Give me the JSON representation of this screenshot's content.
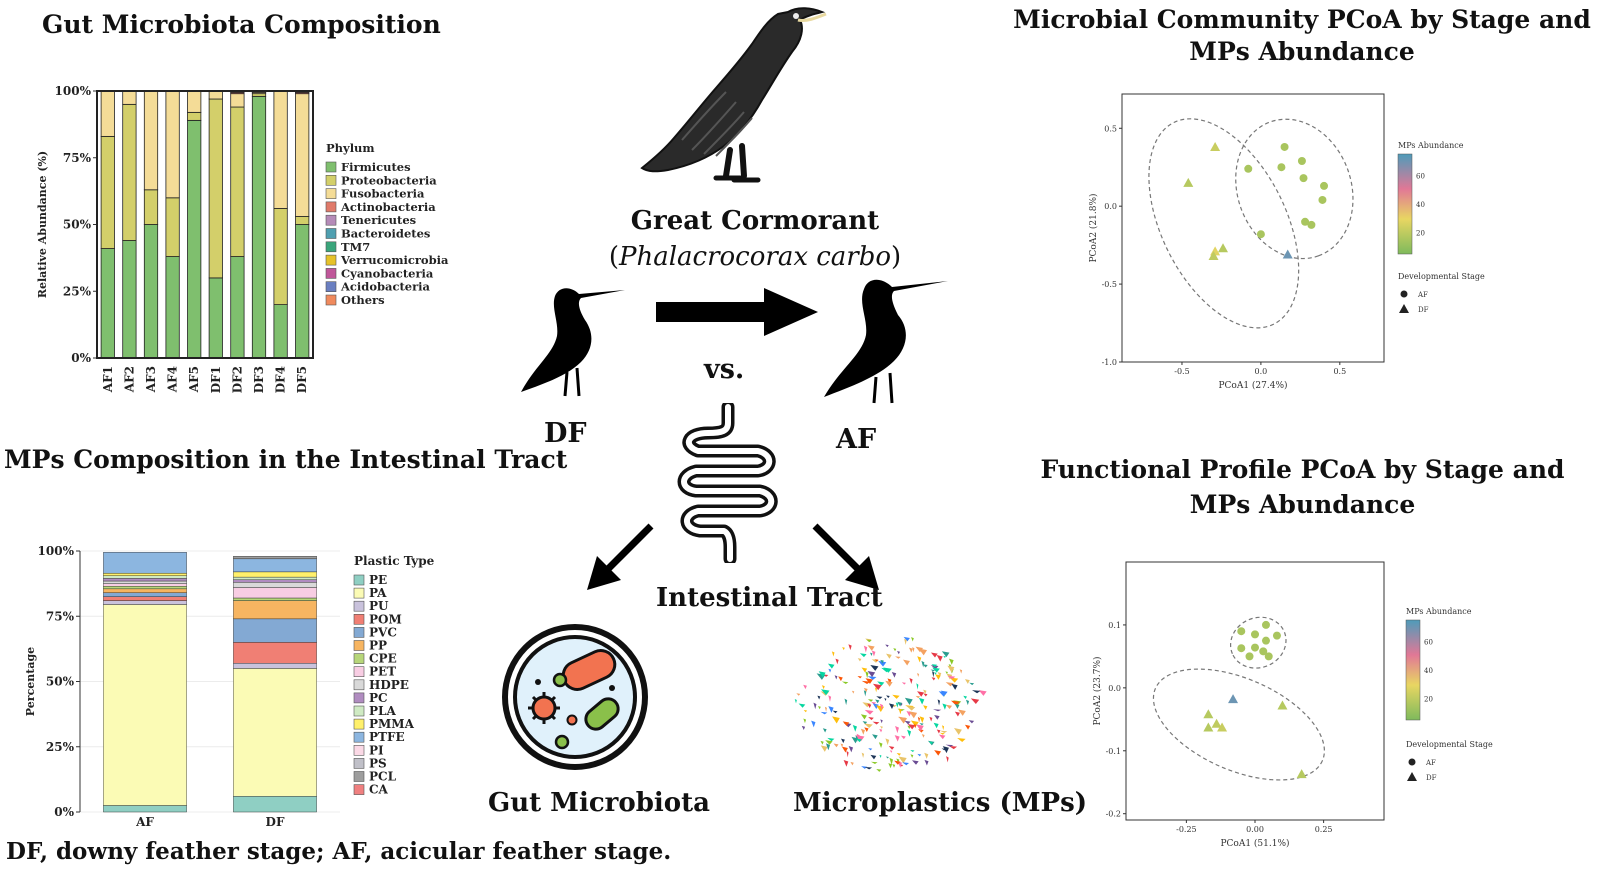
{
  "titles": {
    "gut": "Gut Microbiota Composition",
    "mps": "MPs Composition in the Intestinal Tract",
    "pcoa_micro_line1": "Microbial Community PCoA by Stage and",
    "pcoa_micro_line2": "MPs Abundance",
    "pcoa_func_line1": "Functional Profile PCoA by Stage and",
    "pcoa_func_line2": "MPs Abundance"
  },
  "center": {
    "species": "Great Cormorant",
    "latin_open": "(",
    "latin": "Phalacrocorax carbo",
    "latin_close": ")",
    "vs": "vs.",
    "df": "DF",
    "af": "AF",
    "tract": "Intestinal Tract",
    "microbiota": "Gut Microbiota",
    "microplastics": "Microplastics (MPs)"
  },
  "footnote": "DF, downy feather stage; AF, acicular feather stage.",
  "icons": {
    "cormorant": "cormorant-icon",
    "bird_silhouette": "bird-silhouette-icon",
    "arrow": "arrow-right-icon",
    "intestine": "intestine-icon",
    "petri": "petri-dish-icon",
    "fragments": "plastic-fragments-icon"
  },
  "chart_data": [
    {
      "type": "bar",
      "stacked": true,
      "ylabel": "Relative Abundance (%)",
      "ylim": [
        0,
        100
      ],
      "yticks": [
        "0%",
        "25%",
        "50%",
        "75%",
        "100%"
      ],
      "legend_title": "Phylum",
      "legend_position": "right",
      "categories": [
        "AF1",
        "AF2",
        "AF3",
        "AF4",
        "AF5",
        "DF1",
        "DF2",
        "DF3",
        "DF4",
        "DF5"
      ],
      "series": [
        {
          "name": "Firmicutes",
          "color": "#7fbf6e",
          "values": [
            41,
            44,
            50,
            38,
            89,
            30,
            38,
            98,
            20,
            50
          ]
        },
        {
          "name": "Proteobacteria",
          "color": "#d3cf6a",
          "values": [
            42,
            51,
            13,
            22,
            3,
            67,
            56,
            1,
            36,
            3
          ]
        },
        {
          "name": "Fusobacteria",
          "color": "#f4dc97",
          "values": [
            17,
            5,
            37,
            40,
            8,
            3,
            5,
            0.5,
            44,
            46
          ]
        },
        {
          "name": "Actinobacteria",
          "color": "#e07a6a",
          "values": [
            0,
            0,
            0,
            0,
            0,
            0,
            0.5,
            0,
            0,
            0.5
          ]
        },
        {
          "name": "Tenericutes",
          "color": "#b58bb8",
          "values": [
            0,
            0,
            0,
            0,
            0,
            0,
            0,
            0,
            0,
            0
          ]
        },
        {
          "name": "Bacteroidetes",
          "color": "#4f9fb0",
          "values": [
            0,
            0,
            0,
            0,
            0,
            0,
            0,
            0,
            0,
            0
          ]
        },
        {
          "name": "TM7",
          "color": "#3aa57b",
          "values": [
            0,
            0,
            0,
            0,
            0,
            0,
            0,
            0.5,
            0,
            0
          ]
        },
        {
          "name": "Verrucomicrobia",
          "color": "#e6c229",
          "values": [
            0,
            0,
            0,
            0,
            0,
            0,
            0,
            0,
            0,
            0
          ]
        },
        {
          "name": "Cyanobacteria",
          "color": "#c0579a",
          "values": [
            0,
            0,
            0,
            0,
            0,
            0,
            0,
            0,
            0,
            0.5
          ]
        },
        {
          "name": "Acidobacteria",
          "color": "#6a7fc1",
          "values": [
            0,
            0,
            0,
            0,
            0,
            0,
            0,
            0,
            0,
            0
          ]
        },
        {
          "name": "Others",
          "color": "#f08a5d",
          "values": [
            0,
            0,
            0,
            0,
            0,
            0,
            0.5,
            0,
            0,
            0
          ]
        }
      ]
    },
    {
      "type": "bar",
      "stacked": true,
      "ylabel": "Percentage",
      "ylim": [
        0,
        100
      ],
      "yticks": [
        "0%",
        "25%",
        "50%",
        "75%",
        "100%"
      ],
      "legend_title": "Plastic Type",
      "legend_position": "right",
      "categories": [
        "AF",
        "DF"
      ],
      "series": [
        {
          "name": "PE",
          "color": "#8fcfc3",
          "values": [
            2.5,
            6
          ]
        },
        {
          "name": "PA",
          "color": "#fbfbb5",
          "values": [
            77,
            49
          ]
        },
        {
          "name": "PU",
          "color": "#c9c2dc",
          "values": [
            1.5,
            2
          ]
        },
        {
          "name": "POM",
          "color": "#f07f74",
          "values": [
            1.5,
            8
          ]
        },
        {
          "name": "PVC",
          "color": "#83a9d3",
          "values": [
            1.5,
            9
          ]
        },
        {
          "name": "PP",
          "color": "#f7b561",
          "values": [
            1.5,
            7
          ]
        },
        {
          "name": "CPE",
          "color": "#b7d67a",
          "values": [
            1,
            1
          ]
        },
        {
          "name": "PET",
          "color": "#f8cde3",
          "values": [
            1,
            4
          ]
        },
        {
          "name": "HDPE",
          "color": "#d9d9d9",
          "values": [
            1,
            2
          ]
        },
        {
          "name": "PC",
          "color": "#b08cc0",
          "values": [
            1,
            1
          ]
        },
        {
          "name": "PLA",
          "color": "#cfeac3",
          "values": [
            1,
            1
          ]
        },
        {
          "name": "PMMA",
          "color": "#fff06b",
          "values": [
            1,
            2
          ]
        },
        {
          "name": "PTFE",
          "color": "#8cb6e0",
          "values": [
            8,
            5
          ]
        },
        {
          "name": "PI",
          "color": "#fbd9e6",
          "values": [
            0,
            0
          ]
        },
        {
          "name": "PS",
          "color": "#c0c0c8",
          "values": [
            0,
            0
          ]
        },
        {
          "name": "PCL",
          "color": "#9e9e9e",
          "values": [
            0,
            1
          ]
        },
        {
          "name": "CA",
          "color": "#f08080",
          "values": [
            0,
            0
          ]
        }
      ]
    },
    {
      "type": "scatter",
      "xlabel": "PCoA1 (27.4%)",
      "ylabel": "PCoA2 (21.8%)",
      "xlim": [
        -0.88,
        0.78
      ],
      "ylim": [
        -1.0,
        0.72
      ],
      "xticks": [
        -0.5,
        0.0,
        0.5
      ],
      "xtick_labels": [
        "-0.5",
        "0.0",
        "0.5"
      ],
      "yticks": [
        0.5,
        0.0,
        -0.5,
        -1.0
      ],
      "ytick_labels": [
        "0.5",
        "0.0",
        "-0.5",
        "-1.0"
      ],
      "colorbar_title": "MPs Abundance",
      "colorbar_ticks": [
        "60",
        "40",
        "20"
      ],
      "colorbar_range": [
        5,
        75
      ],
      "shape_legend_title": "Developmental Stage",
      "shape_legend": [
        "AF",
        "DF"
      ],
      "points": [
        {
          "x": 0.15,
          "y": 0.38,
          "group": "AF",
          "mps": 15
        },
        {
          "x": -0.08,
          "y": 0.24,
          "group": "AF",
          "mps": 15
        },
        {
          "x": 0.13,
          "y": 0.25,
          "group": "AF",
          "mps": 15
        },
        {
          "x": 0.26,
          "y": 0.29,
          "group": "AF",
          "mps": 15
        },
        {
          "x": 0.27,
          "y": 0.18,
          "group": "AF",
          "mps": 15
        },
        {
          "x": 0.4,
          "y": 0.13,
          "group": "AF",
          "mps": 15
        },
        {
          "x": 0.39,
          "y": 0.04,
          "group": "AF",
          "mps": 15
        },
        {
          "x": 0.28,
          "y": -0.1,
          "group": "AF",
          "mps": 15
        },
        {
          "x": 0.32,
          "y": -0.12,
          "group": "AF",
          "mps": 15
        },
        {
          "x": 0.0,
          "y": -0.18,
          "group": "AF",
          "mps": 15
        },
        {
          "x": -0.29,
          "y": 0.38,
          "group": "DF",
          "mps": 22
        },
        {
          "x": -0.46,
          "y": 0.15,
          "group": "DF",
          "mps": 18
        },
        {
          "x": -0.29,
          "y": -0.29,
          "group": "DF",
          "mps": 28
        },
        {
          "x": -0.24,
          "y": -0.27,
          "group": "DF",
          "mps": 18
        },
        {
          "x": -0.3,
          "y": -0.32,
          "group": "DF",
          "mps": 20
        },
        {
          "x": 0.17,
          "y": -0.31,
          "group": "DF",
          "mps": 70
        }
      ]
    },
    {
      "type": "scatter",
      "xlabel": "PCoA1 (51.1%)",
      "ylabel": "PCoA2 (23.7%)",
      "xlim": [
        -0.47,
        0.47
      ],
      "ylim": [
        -0.21,
        0.2
      ],
      "xticks": [
        -0.25,
        0.0,
        0.25
      ],
      "xtick_labels": [
        "-0.25",
        "0.00",
        "0.25"
      ],
      "yticks": [
        0.1,
        0.0,
        -0.1,
        -0.2
      ],
      "ytick_labels": [
        "0.1",
        "0.0",
        "-0.1",
        "-0.2"
      ],
      "colorbar_title": "MPs Abundance",
      "colorbar_ticks": [
        "60",
        "40",
        "20"
      ],
      "colorbar_range": [
        5,
        75
      ],
      "shape_legend_title": "Developmental Stage",
      "shape_legend": [
        "AF",
        "DF"
      ],
      "points": [
        {
          "x": 0.04,
          "y": 0.1,
          "group": "AF",
          "mps": 15
        },
        {
          "x": -0.05,
          "y": 0.09,
          "group": "AF",
          "mps": 15
        },
        {
          "x": 0.0,
          "y": 0.085,
          "group": "AF",
          "mps": 15
        },
        {
          "x": 0.08,
          "y": 0.083,
          "group": "AF",
          "mps": 15
        },
        {
          "x": 0.04,
          "y": 0.075,
          "group": "AF",
          "mps": 15
        },
        {
          "x": -0.05,
          "y": 0.063,
          "group": "AF",
          "mps": 15
        },
        {
          "x": 0.0,
          "y": 0.064,
          "group": "AF",
          "mps": 15
        },
        {
          "x": 0.03,
          "y": 0.058,
          "group": "AF",
          "mps": 15
        },
        {
          "x": 0.05,
          "y": 0.05,
          "group": "AF",
          "mps": 15
        },
        {
          "x": -0.02,
          "y": 0.05,
          "group": "AF",
          "mps": 15
        },
        {
          "x": -0.08,
          "y": -0.018,
          "group": "DF",
          "mps": 70
        },
        {
          "x": 0.1,
          "y": -0.028,
          "group": "DF",
          "mps": 18
        },
        {
          "x": -0.17,
          "y": -0.042,
          "group": "DF",
          "mps": 18
        },
        {
          "x": -0.14,
          "y": -0.057,
          "group": "DF",
          "mps": 20
        },
        {
          "x": -0.17,
          "y": -0.063,
          "group": "DF",
          "mps": 18
        },
        {
          "x": -0.12,
          "y": -0.063,
          "group": "DF",
          "mps": 22
        },
        {
          "x": 0.17,
          "y": -0.137,
          "group": "DF",
          "mps": 18
        }
      ]
    }
  ]
}
